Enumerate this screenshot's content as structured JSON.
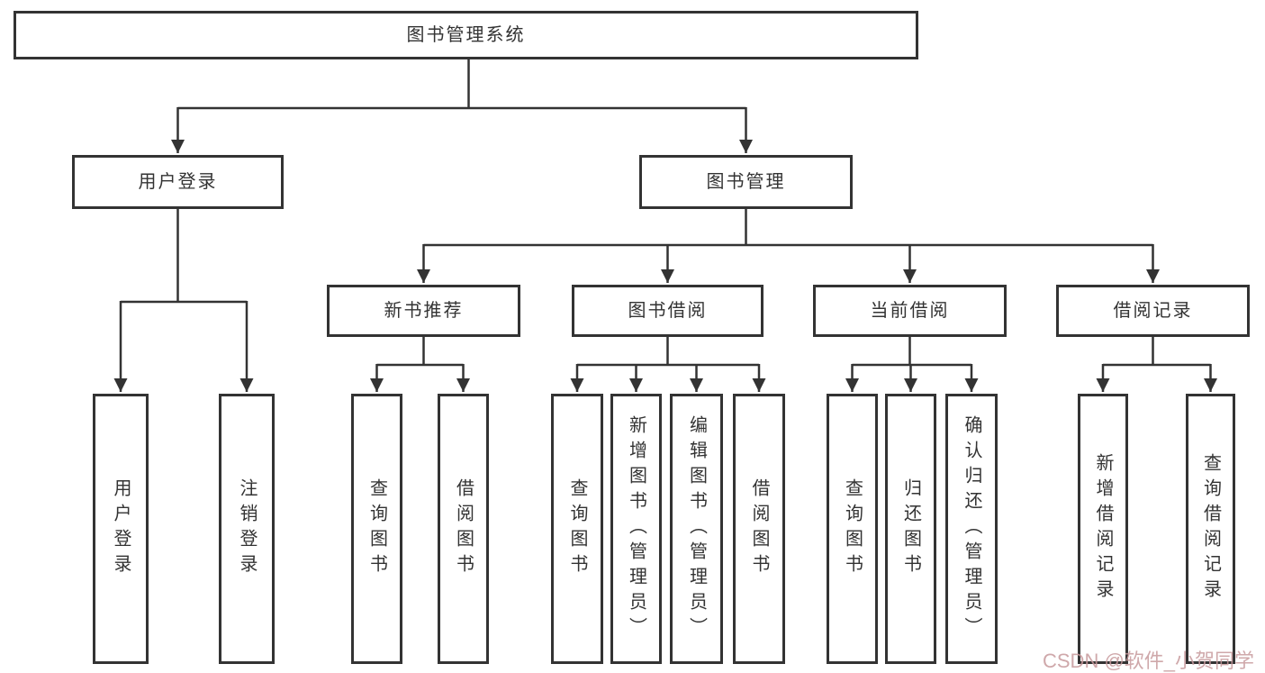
{
  "diagram": {
    "type": "hierarchy-tree",
    "colors": {
      "border_line": "#333333",
      "text": "#333333",
      "background": "#ffffff",
      "watermark": "#c7999c"
    }
  },
  "tree": {
    "label": "图书管理系统",
    "children": [
      {
        "label": "用户登录",
        "children": [
          {
            "label": "用户登录"
          },
          {
            "label": "注销登录"
          }
        ]
      },
      {
        "label": "图书管理",
        "children": [
          {
            "label": "新书推荐",
            "children": [
              {
                "label": "查询图书"
              },
              {
                "label": "借阅图书"
              }
            ]
          },
          {
            "label": "图书借阅",
            "children": [
              {
                "label": "查询图书"
              },
              {
                "label": "新增图书（管理员）"
              },
              {
                "label": "编辑图书（管理员）"
              },
              {
                "label": "借阅图书"
              }
            ]
          },
          {
            "label": "当前借阅",
            "children": [
              {
                "label": "查询图书"
              },
              {
                "label": "归还图书"
              },
              {
                "label": "确认归还（管理员）"
              }
            ]
          },
          {
            "label": "借阅记录",
            "children": [
              {
                "label": "新增借阅记录"
              },
              {
                "label": "查询借阅记录"
              }
            ]
          }
        ]
      }
    ]
  },
  "watermark": {
    "text": "CSDN @软件_小贺同学"
  }
}
